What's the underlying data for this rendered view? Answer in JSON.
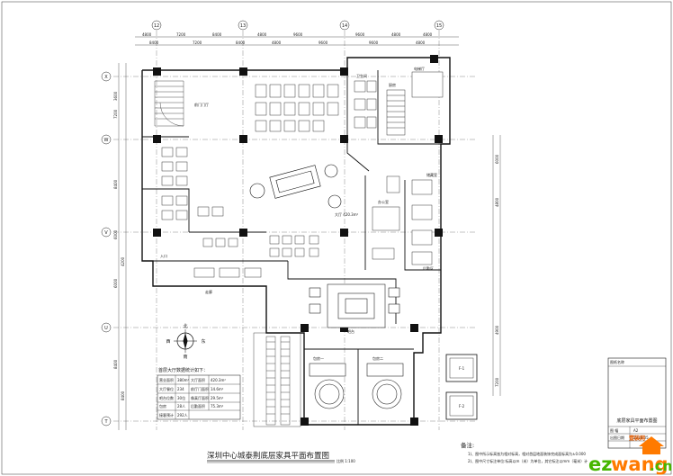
{
  "grid": {
    "columns": [
      "12",
      "13",
      "14",
      "15"
    ],
    "rows": [
      "X",
      "W",
      "V",
      "U",
      "T"
    ]
  },
  "dims": {
    "top_row1": [
      "4800",
      "7200",
      "8400",
      "4800",
      "9600",
      "9600",
      "4800",
      "4800"
    ],
    "top_row2": [
      "8400",
      "7200",
      "8400",
      "4800",
      "9600",
      "9600",
      "4800"
    ],
    "left": [
      "3600",
      "7200",
      "8400",
      "6000",
      "4200",
      "6000",
      "8400",
      "8400"
    ],
    "right": [
      "6000",
      "4800",
      "4900",
      "7200"
    ]
  },
  "compass": {
    "north": "北",
    "south": "南",
    "east": "东",
    "west": "西"
  },
  "stats": {
    "title": "首层大厅数据统计如下：",
    "rows": [
      [
        "营业面积",
        "380m²",
        "大厅面积",
        "420.3m²"
      ],
      [
        "大厅餐位",
        "234",
        "前厅门面积",
        "14.6m²"
      ],
      [
        "吧台位数",
        "30位",
        "像真厅面积",
        "29.5m²"
      ],
      [
        "包房",
        "28人",
        "后勤面积",
        "75.3m²"
      ],
      [
        "接客预计",
        "292人",
        "",
        ""
      ]
    ]
  },
  "drawing_title": "深圳中心城泰荆底层家具平面布置图",
  "drawing_scale": "比例 1:100",
  "notes": {
    "heading": "备注:",
    "items": [
      "1)、图中所示标高皆为相对标高，相对首层地面装饰完成面标高为±0.000",
      "2)、图中尺寸标注单位:标高以m（米）为单位，其它标注以mm（毫米）计"
    ]
  },
  "title_block": {
    "label_top": "图纸名称",
    "drawing_name": "底层家具平面布置图",
    "rows": [
      [
        "图 幅",
        "A2"
      ],
      [
        "出图日期",
        "2016-05"
      ]
    ]
  },
  "room_labels": {
    "lobby": "大厅 420.3m²",
    "front_door": "前门门厅",
    "entry": "入口",
    "kitchen": "厨房",
    "private1": "包房一",
    "private2": "包房二",
    "bar": "吧台",
    "elevator": "电梯厅",
    "toilet": "卫生间",
    "f1": "F-1",
    "f2": "F-2",
    "storage": "储藏室",
    "back": "后勤区",
    "office": "办公室",
    "corridor": "走廊"
  },
  "watermark": {
    "left": "ez",
    "mid": "wang",
    "right": ".cn",
    "tag": "壹装网"
  }
}
